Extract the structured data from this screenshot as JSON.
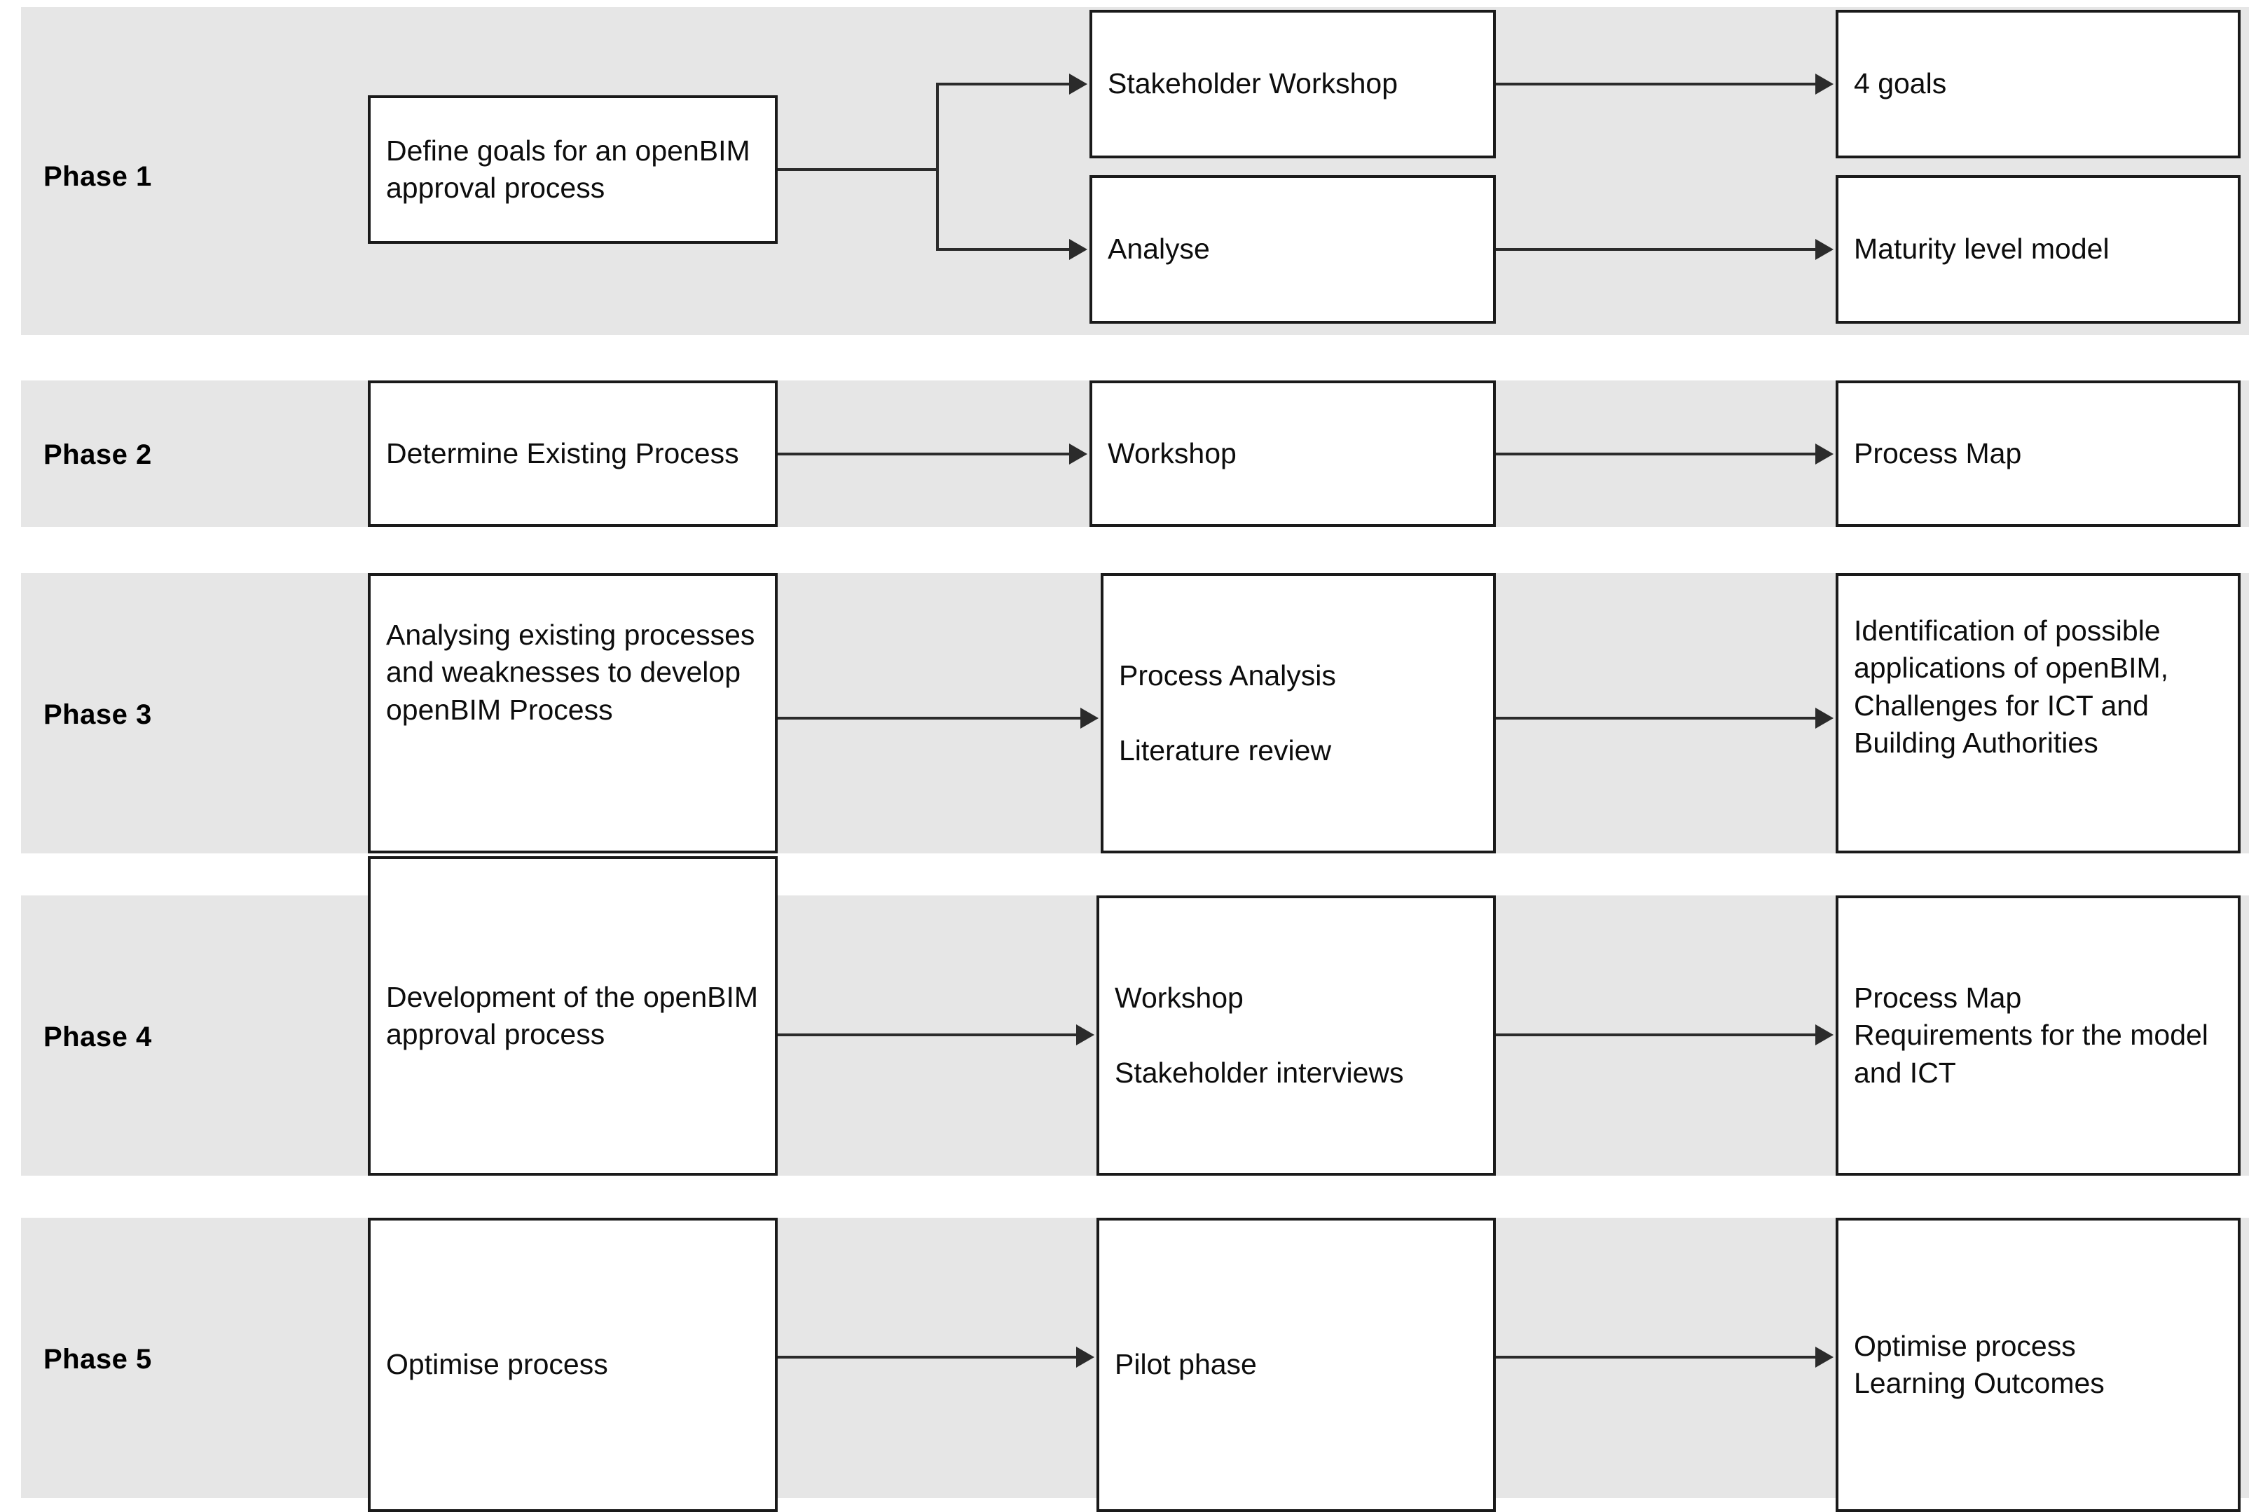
{
  "diagram": {
    "title": "openBIM approval process phase model",
    "colors": {
      "band": "#e6e6e6",
      "box_border": "#1a1a1a",
      "box_fill": "#ffffff",
      "connector": "#2b2b2b"
    }
  },
  "phases": [
    {
      "label": "Phase 1",
      "input": "Define goals for an openBIM approval process",
      "methods": [
        "Stakeholder Workshop",
        "Analyse"
      ],
      "outputs": [
        "4 goals",
        "Maturity level model"
      ]
    },
    {
      "label": "Phase 2",
      "input": "Determine Existing Process",
      "methods": [
        "Workshop"
      ],
      "outputs": [
        "Process Map"
      ]
    },
    {
      "label": "Phase 3",
      "input": "Analysing existing processes and weaknesses to develop openBIM Process",
      "methods": [
        "Process Analysis\n\nLiterature review"
      ],
      "outputs": [
        "Identification of possible applications of openBIM,\nChallenges for ICT and Building Authorities"
      ]
    },
    {
      "label": "Phase 4",
      "input": "Development of the openBIM approval process",
      "methods": [
        "Workshop\n\nStakeholder interviews"
      ],
      "outputs": [
        "Process Map\nRequirements for the model and ICT"
      ]
    },
    {
      "label": "Phase 5",
      "input": "Optimise process",
      "methods": [
        "Pilot phase"
      ],
      "outputs": [
        "Optimise process\nLearning Outcomes"
      ]
    }
  ]
}
